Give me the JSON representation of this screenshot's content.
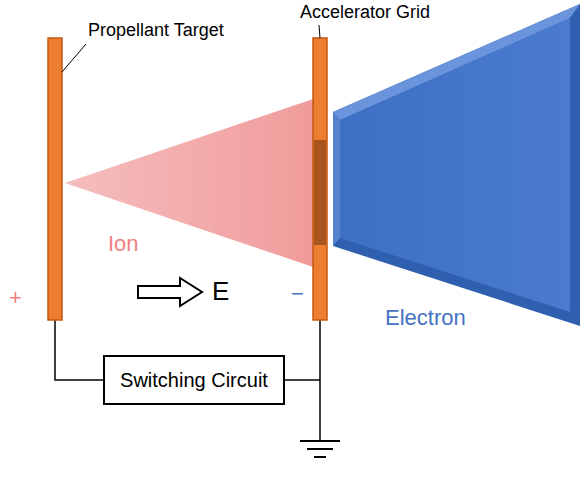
{
  "diagram": {
    "nodes": [
      {
        "text": [
          "Switching Circuit"
        ]
      }
    ],
    "labels": [
      "Accelerator Grid",
      "Propellant Target",
      "Ion",
      "+",
      "E",
      "−",
      "Electron"
    ]
  }
}
